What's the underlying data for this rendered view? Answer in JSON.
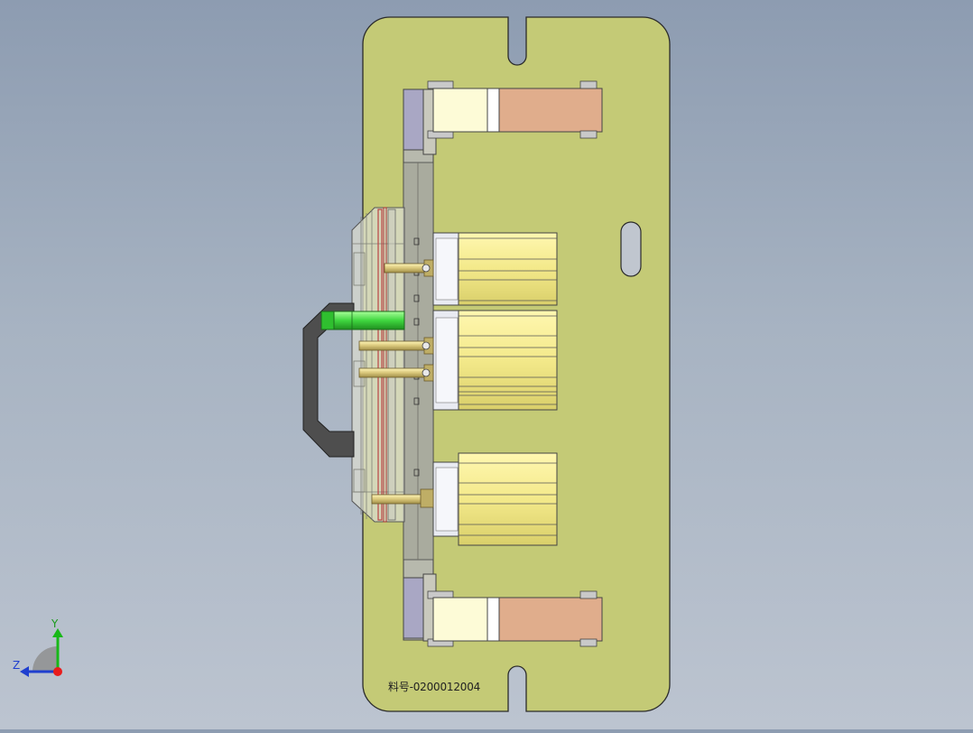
{
  "drawing": {
    "part_number_label": "料号-0200012004"
  },
  "triad": {
    "y_label": "Y",
    "z_label": "Z"
  },
  "colors": {
    "background_top": "#8d9cb1",
    "background_bottom": "#bcc4d0",
    "base_plate": "#c2c874",
    "cylinder_body": "#f7ef94",
    "clamp_pad": "#e0ac8b",
    "highlight_pin": "#44d944",
    "handle": "#4b4b4b"
  }
}
